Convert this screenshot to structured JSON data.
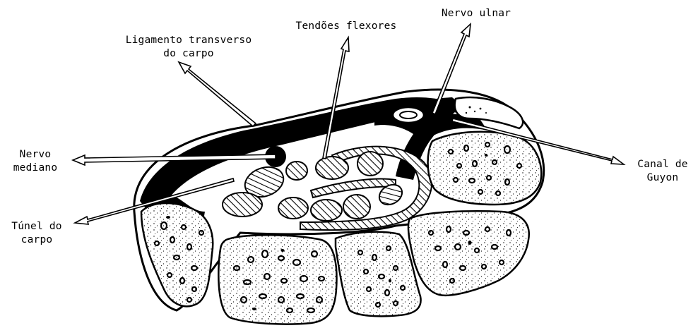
{
  "diagram": {
    "labels": {
      "ligamento": [
        "Ligamento transverso",
        "do carpo"
      ],
      "tendoes": [
        "Tendões flexores"
      ],
      "nervo_ulnar": [
        "Nervo ulnar"
      ],
      "nervo_mediano": [
        "Nervo",
        "mediano"
      ],
      "canal_guyon": [
        "Canal de",
        "Guyon"
      ],
      "tunel_carpo": [
        "Túnel do",
        "carpo"
      ]
    },
    "colors": {
      "ink": "#000000",
      "paper": "#ffffff"
    }
  }
}
